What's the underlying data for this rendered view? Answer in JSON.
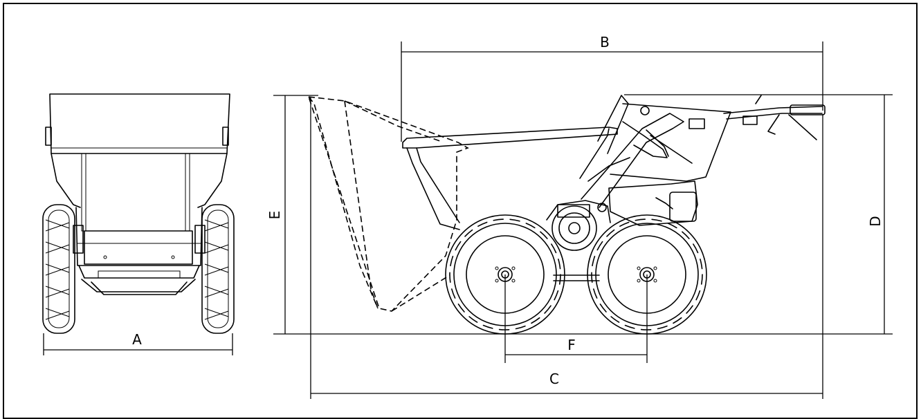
{
  "dimensions": {
    "A": "A",
    "B": "B",
    "C": "C",
    "D": "D",
    "E": "E",
    "F": "F"
  },
  "colors": {
    "ink": "#000000",
    "background": "#ffffff"
  }
}
